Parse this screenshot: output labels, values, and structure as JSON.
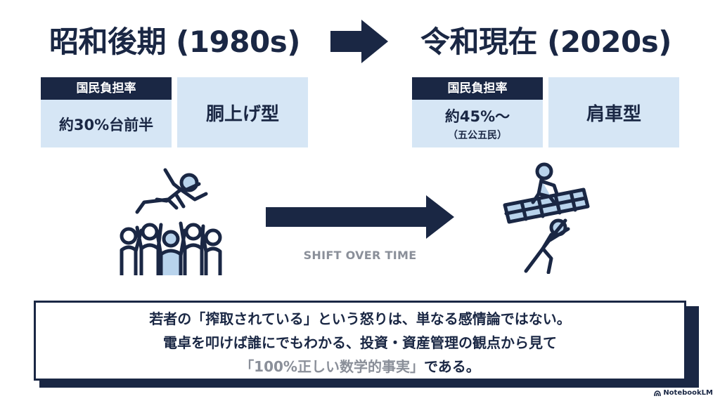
{
  "left": {
    "title": "昭和後期 (1980s)",
    "burden_header": "国民負担率",
    "burden_value": "約30%台前半",
    "burden_note": "",
    "type_label": "胴上げ型",
    "illustration": "people-tossing-person-icon"
  },
  "right": {
    "title": "令和現在 (2020s)",
    "burden_header": "国民負担率",
    "burden_value": "約45%〜",
    "burden_note": "（五公五民）",
    "type_label": "肩車型",
    "illustration": "people-carrying-ladder-icon"
  },
  "shift_label": "SHIFT OVER TIME",
  "message": {
    "line1": "若者の「搾取されている」という怒りは、単なる感情論ではない。",
    "line2": "電卓を叩けば誰にでもわかる、投資・資産管理の観点から見て",
    "line3_highlight": "「100%正しい数学的事実」",
    "line3_rest": "である。"
  },
  "brand": "NotebookLM",
  "colors": {
    "navy": "#1a2744",
    "light_blue": "#d6e6f5",
    "gray_text": "#8a8f99"
  }
}
